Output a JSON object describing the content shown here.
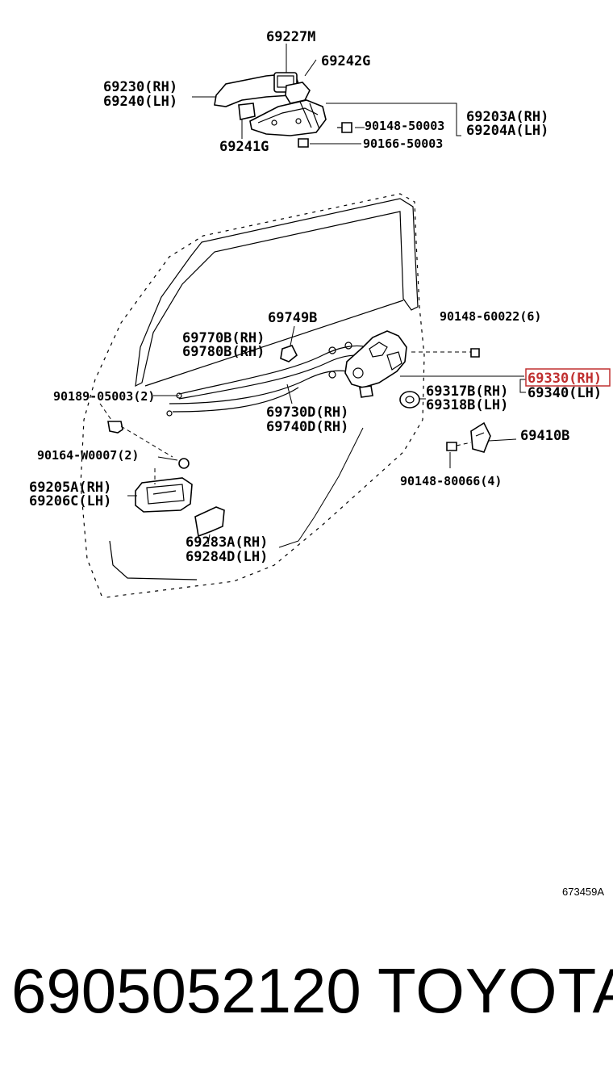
{
  "diagram": {
    "code": "673459A",
    "highlight_color": "#c03030",
    "labels": {
      "p69227M": "69227M",
      "p69242G": "69242G",
      "p69230": "69230(RH)",
      "p69240": "69240(LH)",
      "p69203A": "69203A(RH)",
      "p69204A": "69204A(LH)",
      "p90148_50003": "90148-50003",
      "p90166_50003": "90166-50003",
      "p69241G": "69241G",
      "p69749B": "69749B",
      "p90148_60022": "90148-60022(6)",
      "p69770B": "69770B(RH)",
      "p69780B": "69780B(RH)",
      "p69330": "69330(RH)",
      "p69340": "69340(LH)",
      "p90189_05003": "90189-05003(2)",
      "p69317B": "69317B(RH)",
      "p69318B": "69318B(LH)",
      "p69730D": "69730D(RH)",
      "p69740D": "69740D(RH)",
      "p69410B": "69410B",
      "p90164_W0007": "90164-W0007(2)",
      "p90148_80066": "90148-80066(4)",
      "p69205A": "69205A(RH)",
      "p69206C": "69206C(LH)",
      "p69283A": "69283A(RH)",
      "p69284D": "69284D(LH)"
    }
  },
  "footer": {
    "part_number": "6905052120",
    "brand": "TOYOTA"
  }
}
